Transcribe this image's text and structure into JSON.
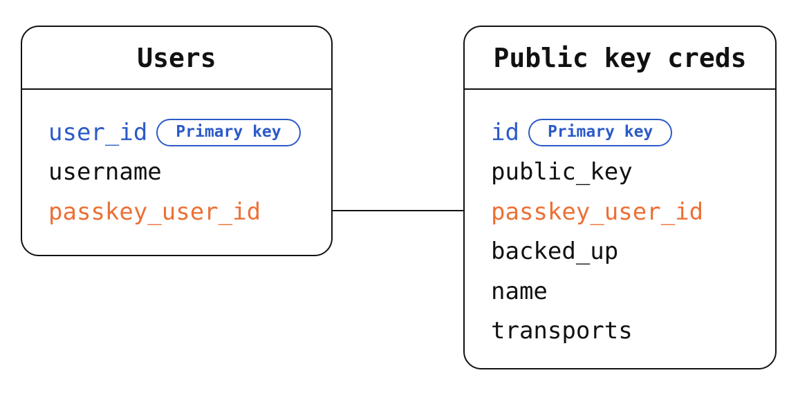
{
  "tables": [
    {
      "title": "Users",
      "fields": [
        {
          "name": "user_id",
          "color": "blue",
          "badge": "Primary key"
        },
        {
          "name": "username",
          "color": "default"
        },
        {
          "name": "passkey_user_id",
          "color": "orange"
        }
      ]
    },
    {
      "title": "Public key creds",
      "fields": [
        {
          "name": "id",
          "color": "blue",
          "badge": "Primary key"
        },
        {
          "name": "public_key",
          "color": "default"
        },
        {
          "name": "passkey_user_id",
          "color": "orange"
        },
        {
          "name": "backed_up",
          "color": "default"
        },
        {
          "name": "name",
          "color": "default"
        },
        {
          "name": "transports",
          "color": "default"
        }
      ]
    }
  ],
  "relationship": {
    "from_table": "Users",
    "from_field": "passkey_user_id",
    "to_table": "Public key creds",
    "to_field": "passkey_user_id"
  },
  "colors": {
    "primary_key_blue": "#2b5ac8",
    "relation_orange": "#ec7035",
    "text": "#111111",
    "border": "#111111",
    "background": "#ffffff"
  }
}
